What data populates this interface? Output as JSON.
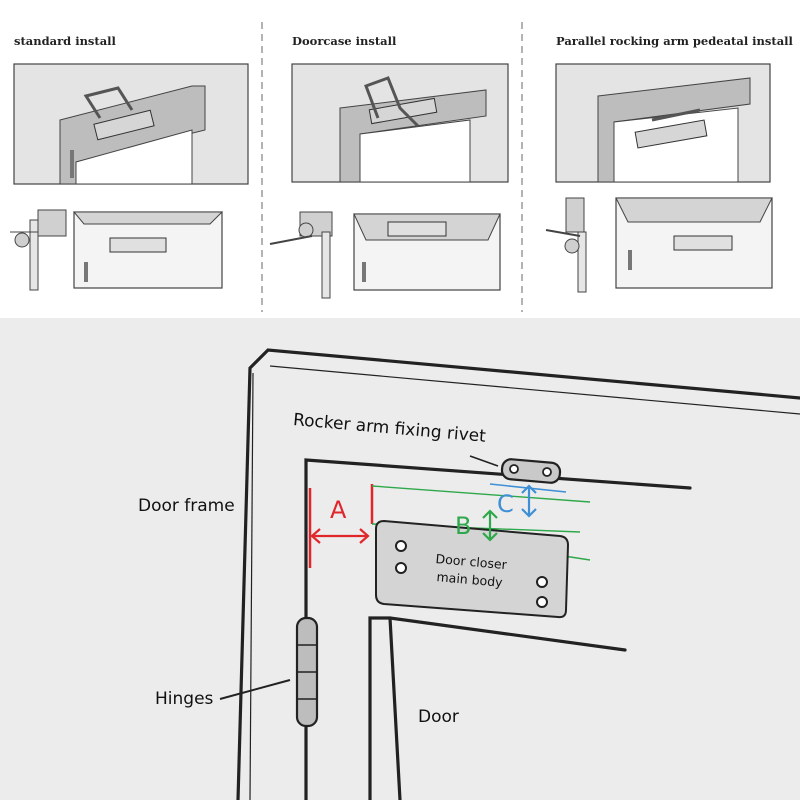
{
  "top": {
    "captions": {
      "standard": "standard install",
      "doorcase": "Doorcase install",
      "parallel": "Parallel rocking arm pedeatal install"
    }
  },
  "bottom": {
    "labels": {
      "rivet": "Rocker arm fixing rivet",
      "frame": "Door frame",
      "hinges": "Hinges",
      "door": "Door",
      "closer_line1": "Door closer",
      "closer_line2": "main body"
    },
    "dimensions": {
      "a": "A",
      "b": "B",
      "c": "C"
    },
    "colors": {
      "a": "#e0262b",
      "b": "#2ea84a",
      "c": "#3d8fd6"
    }
  }
}
